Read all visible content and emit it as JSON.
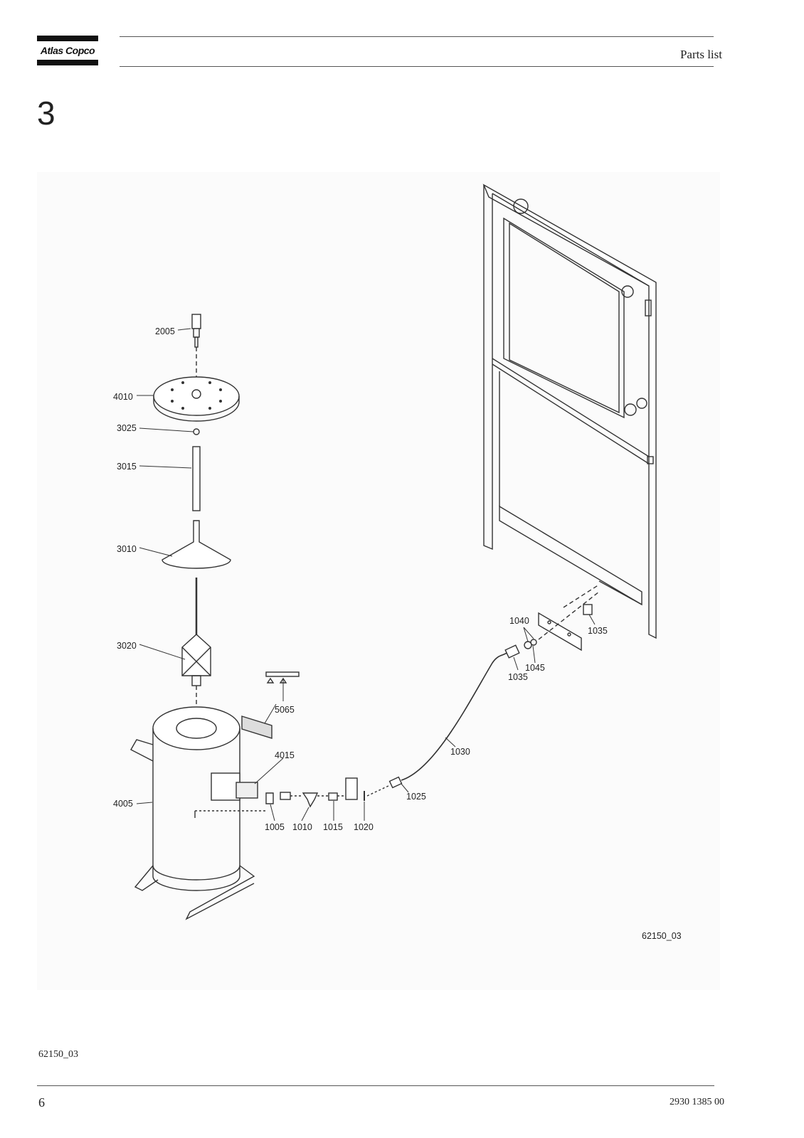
{
  "header": {
    "logo_text": "Atlas Copco",
    "title": "Parts list"
  },
  "chapter": "3",
  "figure": {
    "id_label": "62150_03",
    "callouts": [
      {
        "label": "2005"
      },
      {
        "label": "4010"
      },
      {
        "label": "3025"
      },
      {
        "label": "3015"
      },
      {
        "label": "3010"
      },
      {
        "label": "3020"
      },
      {
        "label": "5065"
      },
      {
        "label": "4015"
      },
      {
        "label": "4005"
      },
      {
        "label": "1005"
      },
      {
        "label": "1010"
      },
      {
        "label": "1015"
      },
      {
        "label": "1020"
      },
      {
        "label": "1025"
      },
      {
        "label": "1030"
      },
      {
        "label": "1040"
      },
      {
        "label": "1035"
      },
      {
        "label": "1045"
      },
      {
        "label": "1035"
      }
    ]
  },
  "caption": "62150_03",
  "footer": {
    "page_number": "6",
    "doc_number": "2930 1385 00"
  },
  "colors": {
    "ink": "#222222",
    "figure_bg": "#fbfbfb"
  }
}
